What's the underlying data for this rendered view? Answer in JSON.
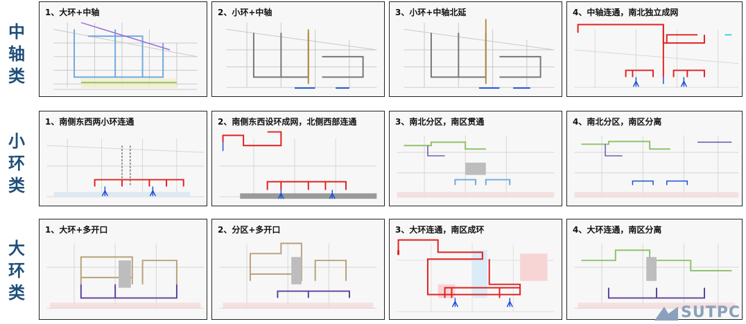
{
  "rows": [
    {
      "label": [
        "中",
        "轴",
        "类"
      ],
      "panels": [
        {
          "title": "1、大环+中轴"
        },
        {
          "title": "2、小环+中轴"
        },
        {
          "title": "3、小环+中轴北延"
        },
        {
          "title": "4、中轴连通，南北独立成网"
        }
      ]
    },
    {
      "label": [
        "小",
        "环",
        "类"
      ],
      "panels": [
        {
          "title": "1、南侧东西两小环连通"
        },
        {
          "title": "2、南侧东西设环成网，北侧西部连通"
        },
        {
          "title": "3、南北分区，南区贯通"
        },
        {
          "title": "4、南北分区，南区分离"
        }
      ]
    },
    {
      "label": [
        "大",
        "环",
        "类"
      ],
      "panels": [
        {
          "title": "1、大环+多开口"
        },
        {
          "title": "2、分区+多开口"
        },
        {
          "title": "3、大环连通，南区成环"
        },
        {
          "title": "4、大环连通，南区分离"
        }
      ]
    }
  ],
  "logo": {
    "text": "SUTPC"
  },
  "colors": {
    "row_label": "#1f4e79",
    "red_route": "#e02020",
    "blue_route": "#1a4fd6",
    "gray_road": "#c8c8c8"
  }
}
